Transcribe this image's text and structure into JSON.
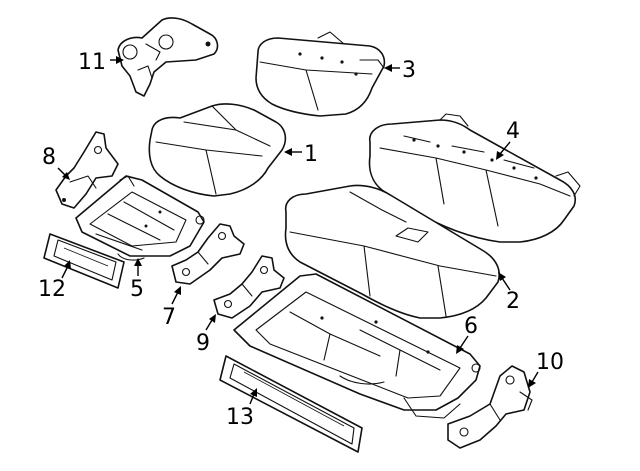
{
  "colors": {
    "line": "#111111",
    "background": "#ffffff"
  },
  "callouts": [
    {
      "label": "1"
    },
    {
      "label": "2"
    },
    {
      "label": "3"
    },
    {
      "label": "4"
    },
    {
      "label": "5"
    },
    {
      "label": "6"
    },
    {
      "label": "7"
    },
    {
      "label": "8"
    },
    {
      "label": "9"
    },
    {
      "label": "10"
    },
    {
      "label": "11"
    },
    {
      "label": "12"
    },
    {
      "label": "13"
    }
  ]
}
